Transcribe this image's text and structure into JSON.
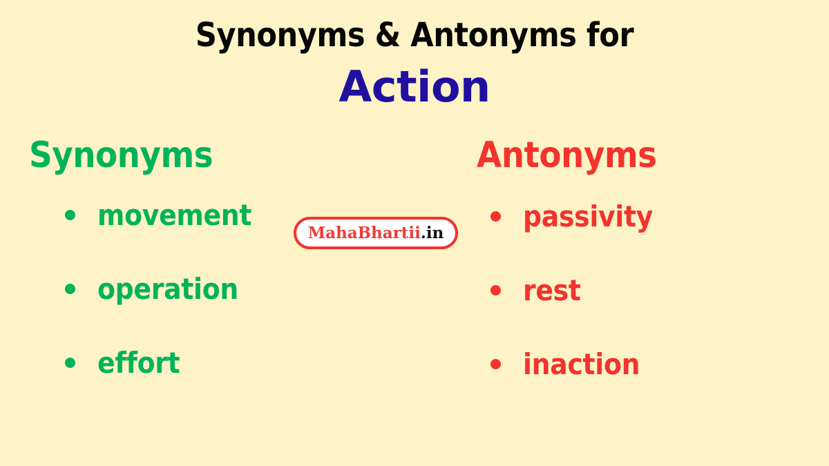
{
  "page": {
    "background_color": "#fdf3c6"
  },
  "heading": {
    "line1": "Synonyms & Antonyms for",
    "headword": "Action",
    "headword_color": "#2010a0",
    "line1_color": "#060606"
  },
  "columns": {
    "synonyms": {
      "heading": "Synonyms",
      "color": "#00b359",
      "items": [
        {
          "label": "movement"
        },
        {
          "label": "operation"
        },
        {
          "label": "effort"
        }
      ]
    },
    "antonyms": {
      "heading": "Antonyms",
      "color": "#f4322e",
      "items": [
        {
          "label": "passivity"
        },
        {
          "label": "rest"
        },
        {
          "label": "inaction"
        }
      ]
    }
  },
  "watermark": {
    "brand": "MahaBhartii",
    "tld": ".in",
    "brand_color": "#ef3b35",
    "tld_color": "#121212",
    "border_color": "#f4322e",
    "fill_color": "#ffffff"
  }
}
